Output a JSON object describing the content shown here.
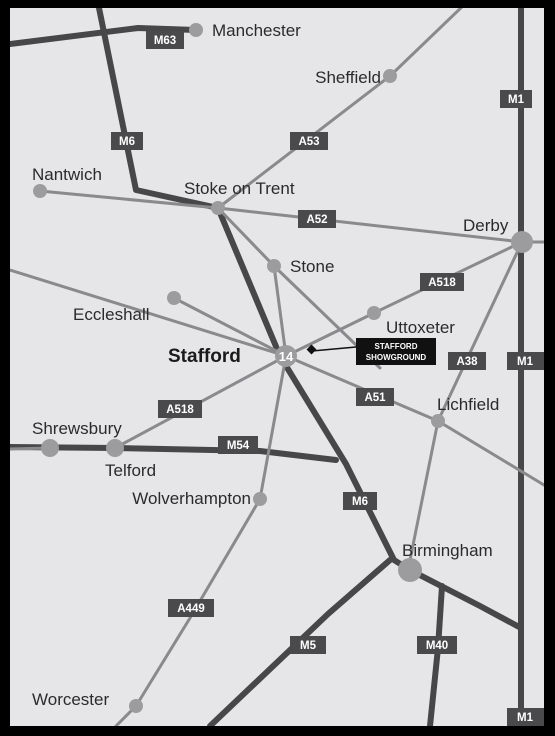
{
  "map": {
    "colors": {
      "background": "#e6e6e9",
      "frame": "#000000",
      "motorway": "#474749",
      "a_road": "#8a8a8d",
      "town_dot": "#9c9c9f",
      "label_box": "#4a4a4c"
    },
    "towns": {
      "manchester": "Manchester",
      "sheffield": "Sheffield",
      "nantwich": "Nantwich",
      "stoke": "Stoke on Trent",
      "derby": "Derby",
      "stone": "Stone",
      "eccleshall": "Eccleshall",
      "uttoxeter": "Uttoxeter",
      "stafford": "Stafford",
      "lichfield": "Lichfield",
      "shrewsbury": "Shrewsbury",
      "telford": "Telford",
      "wolverhampton": "Wolverhampton",
      "birmingham": "Birmingham",
      "worcester": "Worcester"
    },
    "junction": "14",
    "venue": {
      "line1": "STAFFORD",
      "line2": "SHOWGROUND"
    },
    "roads": {
      "m63": "M63",
      "m1_top": "M1",
      "m6_north": "M6",
      "a53": "A53",
      "a52": "A52",
      "a518_east": "A518",
      "m1_mid": "M1",
      "a38": "A38",
      "a51": "A51",
      "a518_west": "A518",
      "m54": "M54",
      "m6_south": "M6",
      "a449": "A449",
      "m5": "M5",
      "m40": "M40",
      "m1_bottom": "M1"
    }
  }
}
